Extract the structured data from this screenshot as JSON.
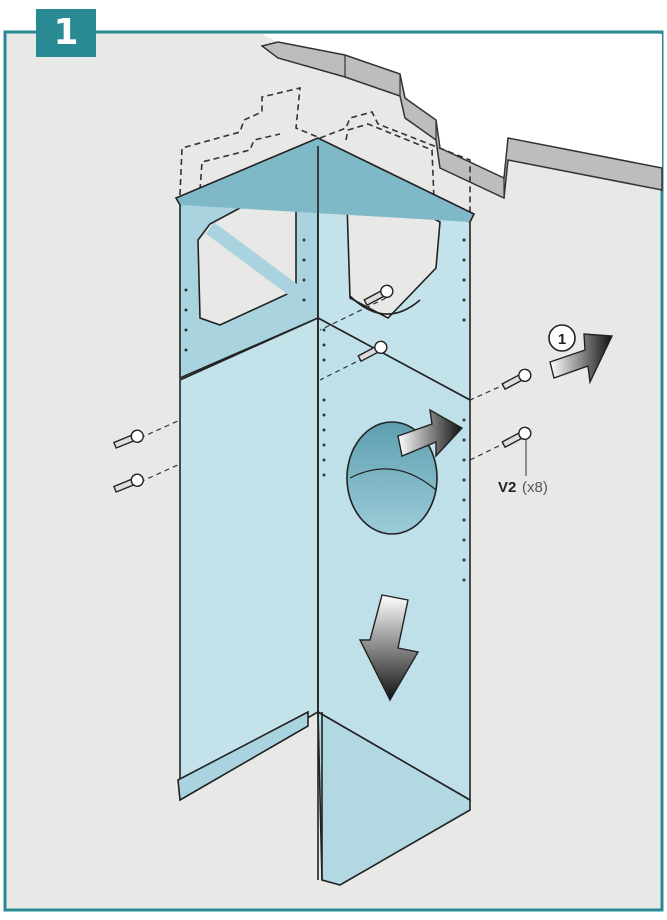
{
  "step_number": "1",
  "arrow_label": "1",
  "screw": {
    "code": "V2",
    "quantity": "(x8)"
  },
  "colors": {
    "frame_border": "#2a8a93",
    "badge_fill": "#2a8a93",
    "background": "#e8e8e6",
    "panel_light": "#c4e2ea",
    "panel_mid": "#a9d4df",
    "panel_dark": "#7fb9c8"
  },
  "icons": [
    "screw-icon",
    "direction-arrow-icon",
    "dashed-outline"
  ]
}
